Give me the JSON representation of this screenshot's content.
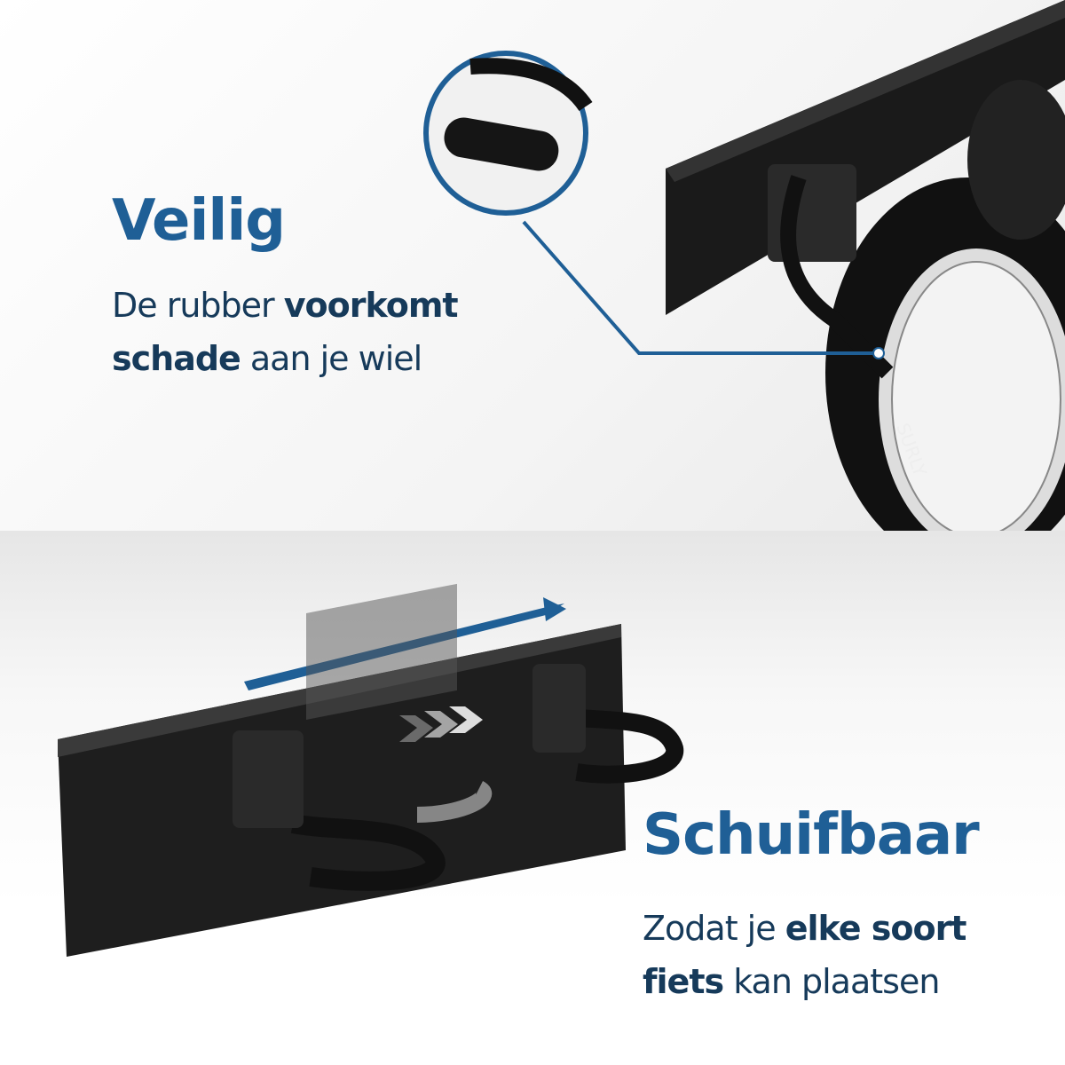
{
  "colors": {
    "heading": "#1f5f96",
    "body": "#163a5a",
    "accent_line": "#1f5f96"
  },
  "section_safe": {
    "title": "Veilig",
    "line1_regular": "De rubber ",
    "line1_bold": "voorkomt",
    "line2_bold": "schade",
    "line2_regular": " aan je wiel",
    "tire_brand": "SURLY"
  },
  "section_slide": {
    "title": "Schuifbaar",
    "line1_regular": "Zodat je ",
    "line1_bold": "elke soort",
    "line2_bold": "fiets",
    "line2_regular": " kan plaatsen"
  },
  "icons": [
    "magnifier-callout",
    "slide-arrow",
    "chevrons-right"
  ]
}
